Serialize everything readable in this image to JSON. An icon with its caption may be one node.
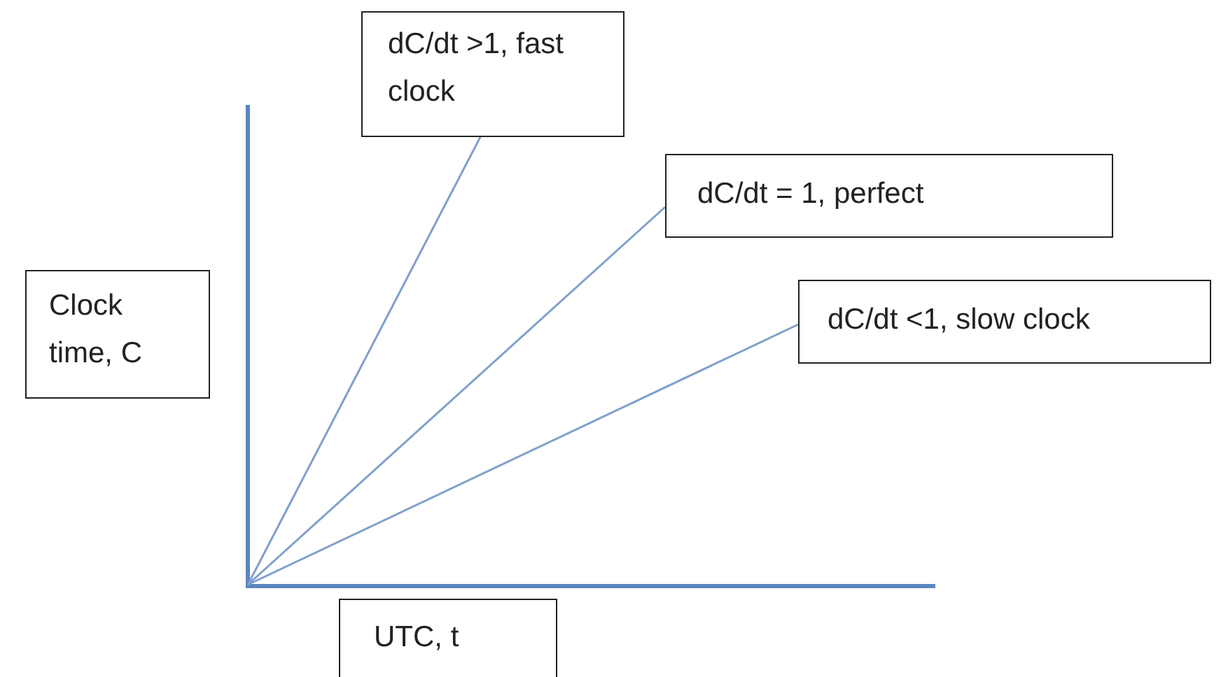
{
  "diagram": {
    "nodes": [
      {
        "text": [
          "dC/dt >1, fast clock"
        ]
      },
      {
        "text": [
          "dC/dt = 1, perfect"
        ]
      },
      {
        "text": [
          "dC/dt <1, slow clock"
        ]
      },
      {
        "text": [
          "Clock time, C"
        ]
      },
      {
        "text": [
          "UTC, t"
        ]
      }
    ],
    "edges": [
      {
        "from": null,
        "to": 0,
        "arrow": "none"
      },
      {
        "from": null,
        "to": 1,
        "arrow": "none"
      },
      {
        "from": null,
        "to": 2,
        "arrow": "none"
      }
    ]
  }
}
